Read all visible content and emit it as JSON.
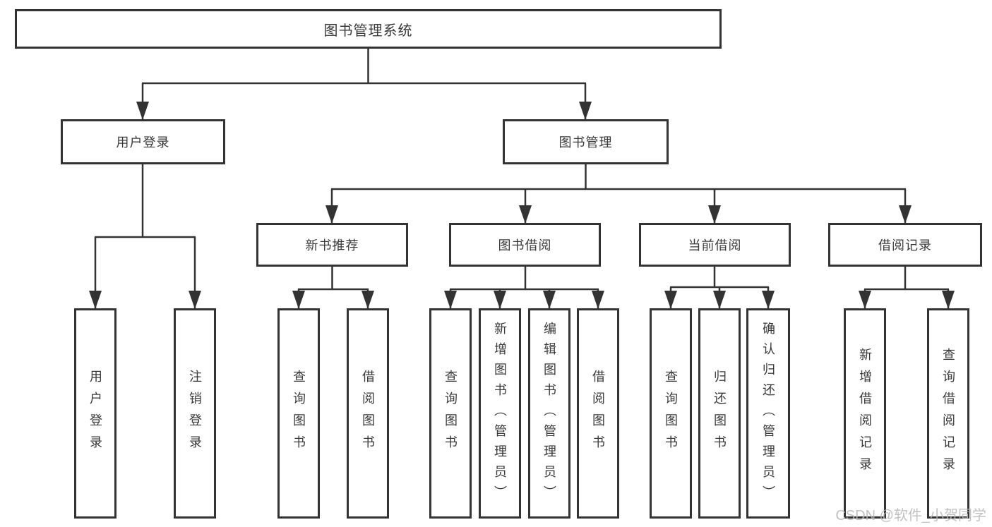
{
  "tree": {
    "label": "图书管理系统",
    "children": [
      {
        "label": "用户登录",
        "children": [
          {
            "label": "用户登录"
          },
          {
            "label": "注销登录"
          }
        ]
      },
      {
        "label": "图书管理",
        "children": [
          {
            "label": "新书推荐",
            "children": [
              {
                "label": "查询图书"
              },
              {
                "label": "借阅图书"
              }
            ]
          },
          {
            "label": "图书借阅",
            "children": [
              {
                "label": "查询图书"
              },
              {
                "label": "新增图书（管理员）"
              },
              {
                "label": "编辑图书（管理员）"
              },
              {
                "label": "借阅图书"
              }
            ]
          },
          {
            "label": "当前借阅",
            "children": [
              {
                "label": "查询图书"
              },
              {
                "label": "归还图书"
              },
              {
                "label": "确认归还（管理员）"
              }
            ]
          },
          {
            "label": "借阅记录",
            "children": [
              {
                "label": "新增借阅记录"
              },
              {
                "label": "查询借阅记录"
              }
            ]
          }
        ]
      }
    ]
  },
  "watermark": {
    "text": "CSDN @软件_小贺同学"
  },
  "colors": {
    "line": "#333333",
    "box_border": "#333333",
    "box_background": "#ffffff",
    "text": "#3a3a3a",
    "watermark_text": "#b7b7b7"
  }
}
